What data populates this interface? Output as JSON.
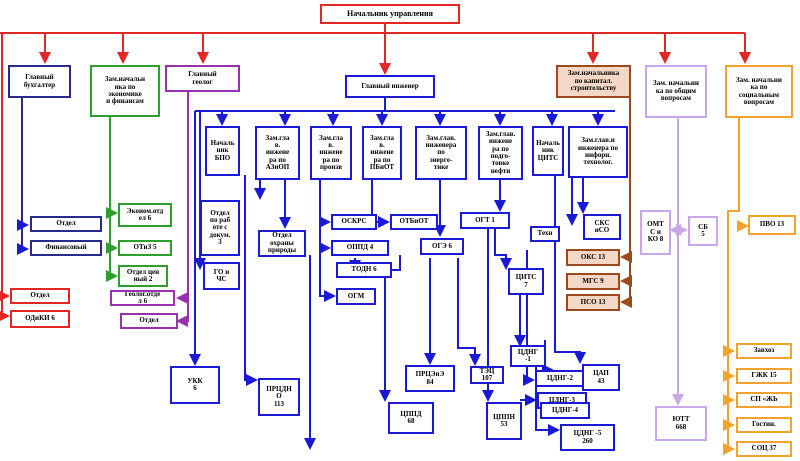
{
  "nodes": {
    "head": "Начальник управления",
    "chief_accountant": "Главный\nбухгалтер",
    "deputy_econ": "Зам.начальн\nика по\nэкономике\nи финансам",
    "chief_geologist": "Главный\nгеолог",
    "chief_engineer": "Главный инженер",
    "deputy_construction": "Зам.начальника\nпо капитал.\nстроительству",
    "deputy_general": "Зам. начальни\nка по общим\nвопросам",
    "deputy_social": "Зам. начальни\nка по\nсоциальным\nвопросам",
    "bpo_head": "Началь\nник\nБПО",
    "dep_azop": "Зам.гла\nв.\nинжене\nра по\nАЗиОП",
    "dep_prod": "Зам.гла\nв.\nинжене\nра по\nпроизв",
    "dep_pbot": "Зам.гла\nв.\nинжене\nра по\nПБиОТ",
    "dep_energy": "Зам.глав.\nинженера\nпо\nэнерге-\nтике",
    "dep_oil": "Зам.глав.\nинжене\nра по\nподго-\nтовке\nнефти",
    "citc_head": "Началь\nник\nЦИТС",
    "dep_it": "Зам.глав.н\nинженера по\nинфорн.\nтехнолог.",
    "otdel_left": "Отдел",
    "finansovy": "Финансовый",
    "otdel_ocenk": "Отдел",
    "odiki": "ОДиКИ  6",
    "econ_dept": "Эконом.отд\nел  6",
    "otiz": "ОТиЗ  5",
    "otdel_2": "Отдел цен\nный 2",
    "geolog_dept": "Геолог.отде\nл 6",
    "otdel_geo": "Отдел",
    "docs_dept": "Отдел\nпо раб\nоте с\nдокум.\n3",
    "go_chs": "ГО и\nЧС",
    "ukk": "УКК\n6",
    "otdel_nature": "Отдел\nохраны\nприроды",
    "prtsdng": "ПРЦДН\nО\n113",
    "oskrs": "ОСКРС",
    "oppd": "ОППД  4",
    "todn": "ТОДН  6",
    "ogm": "ОГМ",
    "otbiot": "ОТБиОТ",
    "ogte": "ОГЭ 6",
    "prtsee": "ПРЦЭиЭ\n84",
    "tsppd": "ЦППД\n68",
    "tets": "ТЭЦ\n107",
    "ogt": "ОГТ  1",
    "tsitc": "ЦИТС\n7",
    "tsppn": "ЦППН\n53",
    "cdng1": "ЦДНГ\n-1",
    "cdng2": "ЦДНГ-2",
    "cdng3": "ЦДНГ-3",
    "cdng4": "ЦДНГ-4",
    "cdng5": "ЦДНГ -5\n260",
    "tsap": "ЦАП\n43",
    "tech": "Техн",
    "sks": "СКС\nиСО",
    "oks": "ОКС  13",
    "mgs": "МГС  9",
    "pso": "ПСО  13",
    "omts": "ОМТ\nС и\nКО 8",
    "sb": "СБ\n5",
    "yutt": "ЮТТ\n668",
    "pvo": "ПВО  13",
    "zavhoz": "Завхоз",
    "gzhk": "ГЖК  15",
    "sp_zh": "СП «ЖЬ",
    "hotel": "Гостин.",
    "sots": "СОЦ  37"
  },
  "colors": {
    "red": "#e32626",
    "blue": "#1a1ad6",
    "green": "#2e9e2e",
    "purple": "#9a2fb0",
    "brown": "#9a4a1c",
    "lilac": "#c9a8e8",
    "orange": "#f2a22f"
  }
}
